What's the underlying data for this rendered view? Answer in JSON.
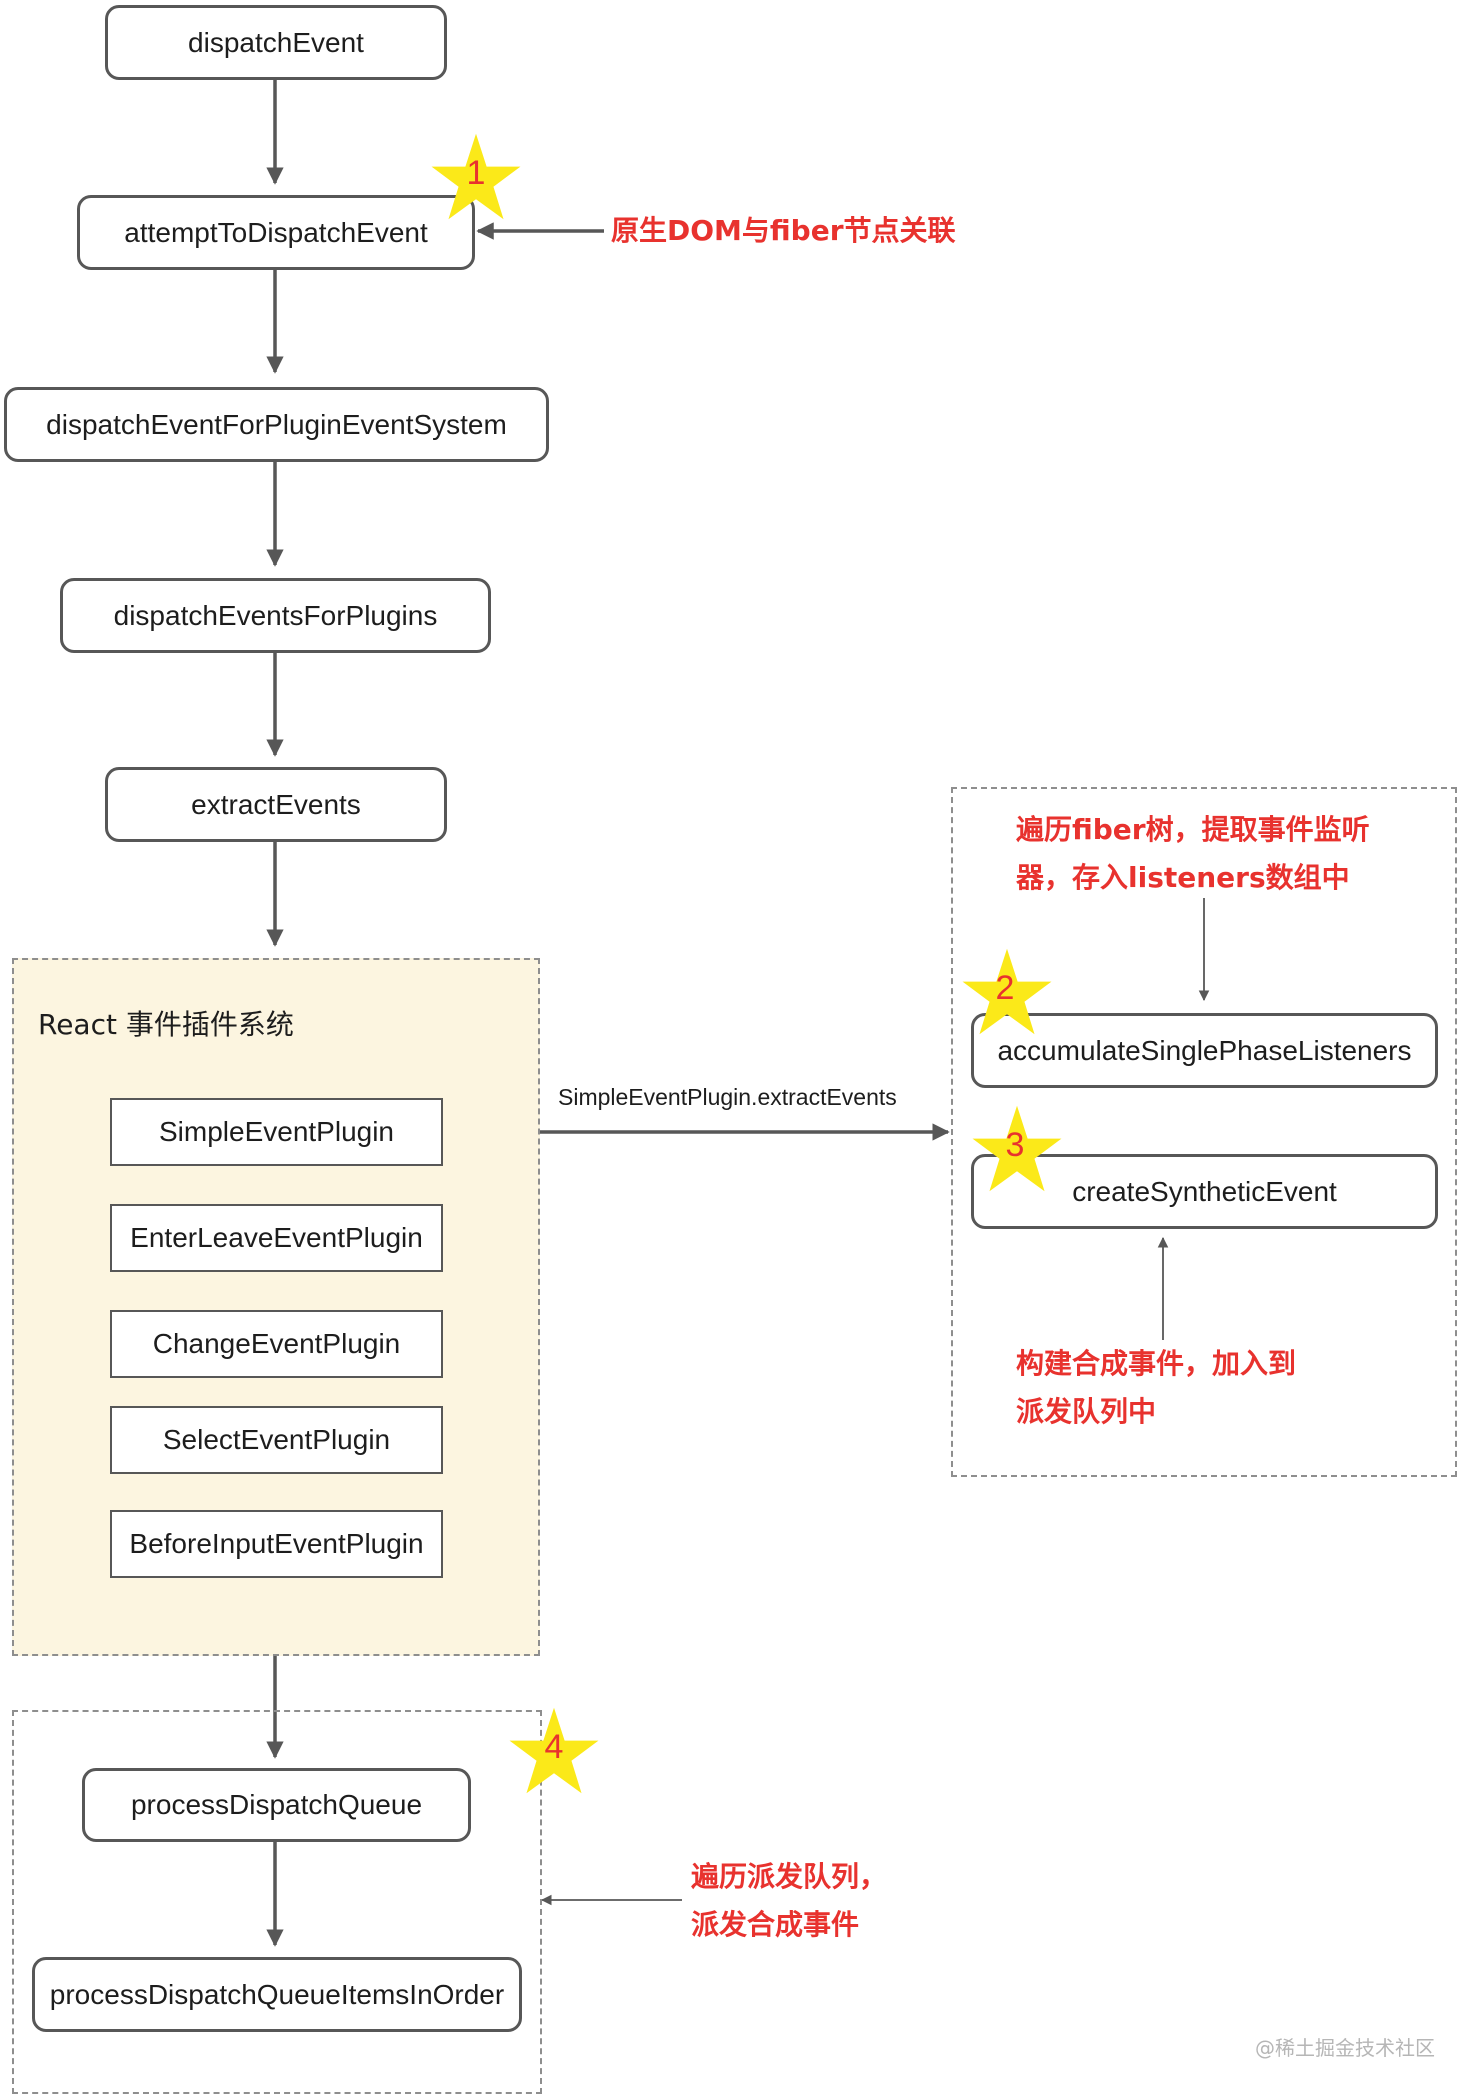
{
  "flow": {
    "dispatch_event": "dispatchEvent",
    "attempt_to_dispatch_event": "attemptToDispatchEvent",
    "dispatch_event_for_plugin_event_system": "dispatchEventForPluginEventSystem",
    "dispatch_events_for_plugins": "dispatchEventsForPlugins",
    "extract_events": "extractEvents",
    "process_dispatch_queue": "processDispatchQueue",
    "process_dispatch_queue_items_in_order": "processDispatchQueueItemsInOrder"
  },
  "plugin_system": {
    "title": "React 事件插件系统",
    "plugins": [
      "SimpleEventPlugin",
      "EnterLeaveEventPlugin",
      "ChangeEventPlugin",
      "SelectEventPlugin",
      "BeforeInputEventPlugin"
    ]
  },
  "edge_label": "SimpleEventPlugin.extractEvents",
  "extraction": {
    "accumulate": "accumulateSinglePhaseListeners",
    "create_synthetic": "createSyntheticEvent"
  },
  "notes": {
    "dom_fiber": "原生DOM与fiber节点关联",
    "traverse_line1": "遍历fiber树，提取事件监听",
    "traverse_line2": "器，存入listeners数组中",
    "build_line1": "构建合成事件，加入到",
    "build_line2": "派发队列中",
    "queue_line1": "遍历派发队列，",
    "queue_line2": "派发合成事件"
  },
  "stars": [
    "1",
    "2",
    "3",
    "4"
  ],
  "watermark": "@稀土掘金技术社区",
  "colors": {
    "highlight": "#e8322e",
    "star": "#fbe919",
    "border": "#575757",
    "system_background": "#fcf5e0"
  }
}
